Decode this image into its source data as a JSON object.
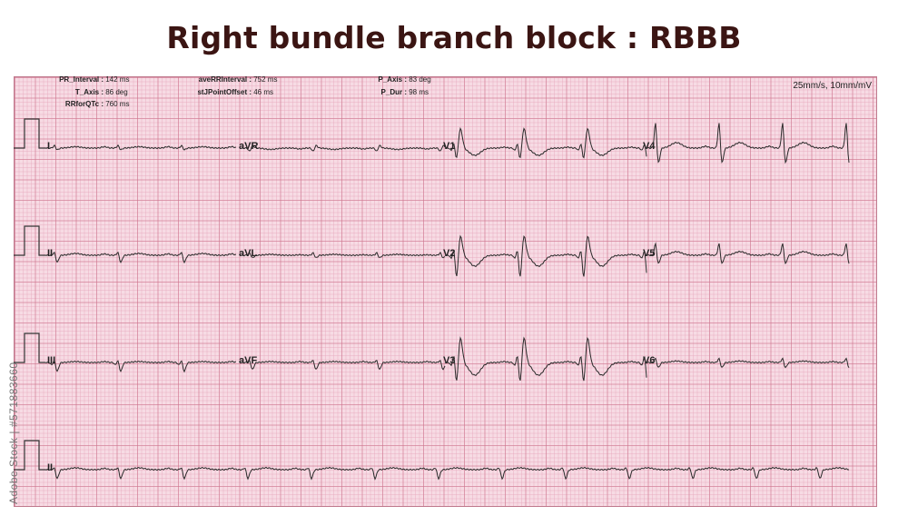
{
  "title": "Right bundle branch block : RBBB",
  "measurements": {
    "col1": [
      {
        "label": "PR_Interval :",
        "value": "142 ms"
      },
      {
        "label": "T_Axis :",
        "value": "86 deg"
      },
      {
        "label": "RRforQTc :",
        "value": "760 ms"
      }
    ],
    "col2": [
      {
        "label": "aveRRInterval :",
        "value": "752 ms"
      },
      {
        "label": "stJPointOffset :",
        "value": "46 ms"
      }
    ],
    "col3": [
      {
        "label": "P_Axis :",
        "value": "83 deg"
      },
      {
        "label": "P_Dur :",
        "value": "98 ms"
      }
    ]
  },
  "speed": "25mm/s, 10mm/mV",
  "leads": {
    "row1": [
      "I",
      "aVR",
      "V1",
      "V4"
    ],
    "row2": [
      "II",
      "aVL",
      "V2",
      "V5"
    ],
    "row3": [
      "III",
      "aVF",
      "V3",
      "V6"
    ],
    "row4": [
      "II"
    ]
  },
  "watermark": "Adobe Stock | #571883660"
}
